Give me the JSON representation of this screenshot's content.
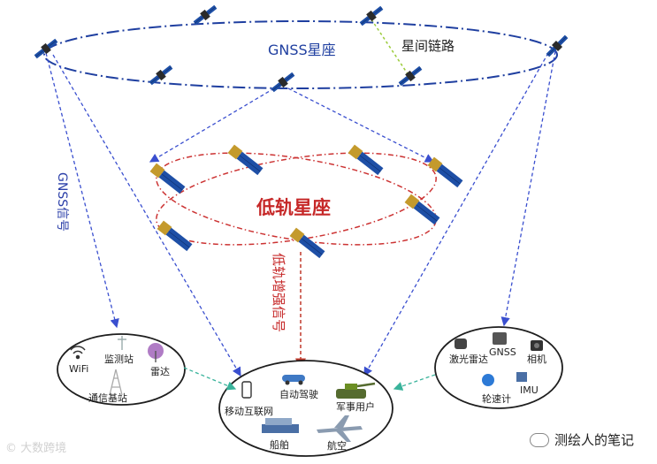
{
  "labels": {
    "gnss_constellation": "GNSS星座",
    "inter_satellite_link": "星间链路",
    "leo_constellation": "低轨星座",
    "gnss_signal": "GNSS信号",
    "leo_augmentation_signal": "低轨增强信号"
  },
  "left_group": {
    "wifi": "WiFi",
    "monitoring_station": "监测站",
    "radar": "雷达",
    "base_station": "通信基站"
  },
  "center_group": {
    "mobile_internet": "移动互联网",
    "autonomous_driving": "自动驾驶",
    "military_users": "军事用户",
    "ships": "船舶",
    "aviation": "航空"
  },
  "right_group": {
    "lidar": "激光雷达",
    "gnss": "GNSS",
    "camera": "相机",
    "imu": "IMU",
    "odometer": "轮速计"
  },
  "watermarks": {
    "left": "© 大数跨境",
    "right": "测绘人的笔记"
  },
  "colors": {
    "gnss_orbit": "#1f3fa0",
    "leo_orbit": "#cc3333",
    "leo_text": "#c62828",
    "signal_arrow": "#3a4fcf",
    "leo_signal_arrow": "#c0392b",
    "isl_line": "#9ccc3c",
    "panel_blue": "#1e4fa6",
    "sensor_link": "#39b39b"
  }
}
